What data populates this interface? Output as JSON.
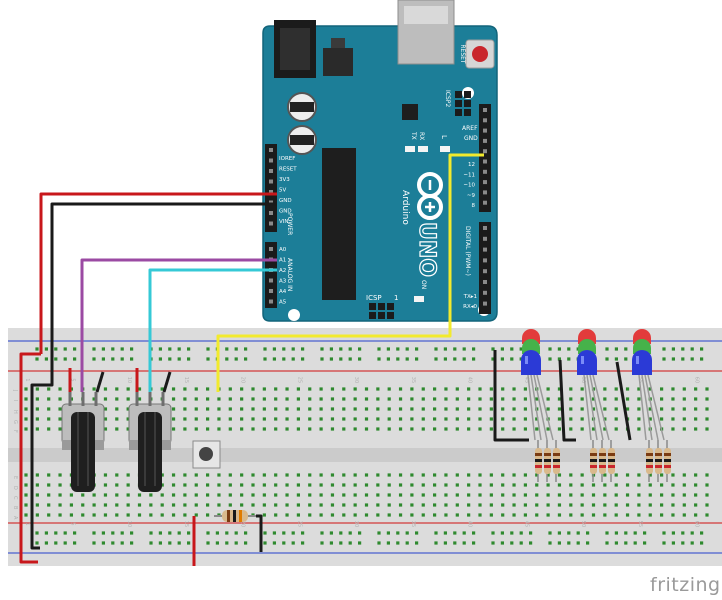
{
  "board": {
    "name": "UNO",
    "brand": "Arduino",
    "reset_label": "RESET",
    "icsp_label": "ICSP",
    "icsp2_label": "ICSP2",
    "l_label": "L",
    "tx_label": "TX",
    "rx_label": "RX",
    "on_label": "ON",
    "aref_label": "AREF",
    "gnd_label": "GND",
    "power_header_label": "POWER",
    "analog_header_label": "ANALOG IN",
    "digital_header_label": "DIGITAL (PWM~)",
    "power_pins": [
      "IOREF",
      "RESET",
      "3V3",
      "5V",
      "GND",
      "GND",
      "VIN"
    ],
    "analog_pins": [
      "A0",
      "A1",
      "A2",
      "A3",
      "A4",
      "A5"
    ],
    "digital_pins_top": [
      "12",
      "~11",
      "~10",
      "~9",
      "8"
    ],
    "digital_pins_bottom": [
      "TX▸1",
      "RX◂0"
    ],
    "icsp_number": "1"
  },
  "breadboard": {
    "column_numbers": [
      "1",
      "5",
      "10",
      "15",
      "20",
      "25",
      "30",
      "35",
      "40",
      "45",
      "50",
      "55",
      "60"
    ],
    "row_letters_top": [
      "J",
      "I",
      "H",
      "G",
      "F"
    ],
    "row_letters_bottom": [
      "E",
      "D",
      "C",
      "B",
      "A"
    ]
  },
  "wires": {
    "five_v": "#c8171b",
    "ground": "#1a1a1a",
    "a1_signal": "#9b4aa3",
    "a2_signal": "#35c9d6",
    "digital_signal": "#f2ea2d"
  },
  "footer": {
    "brand": "fritzing"
  }
}
